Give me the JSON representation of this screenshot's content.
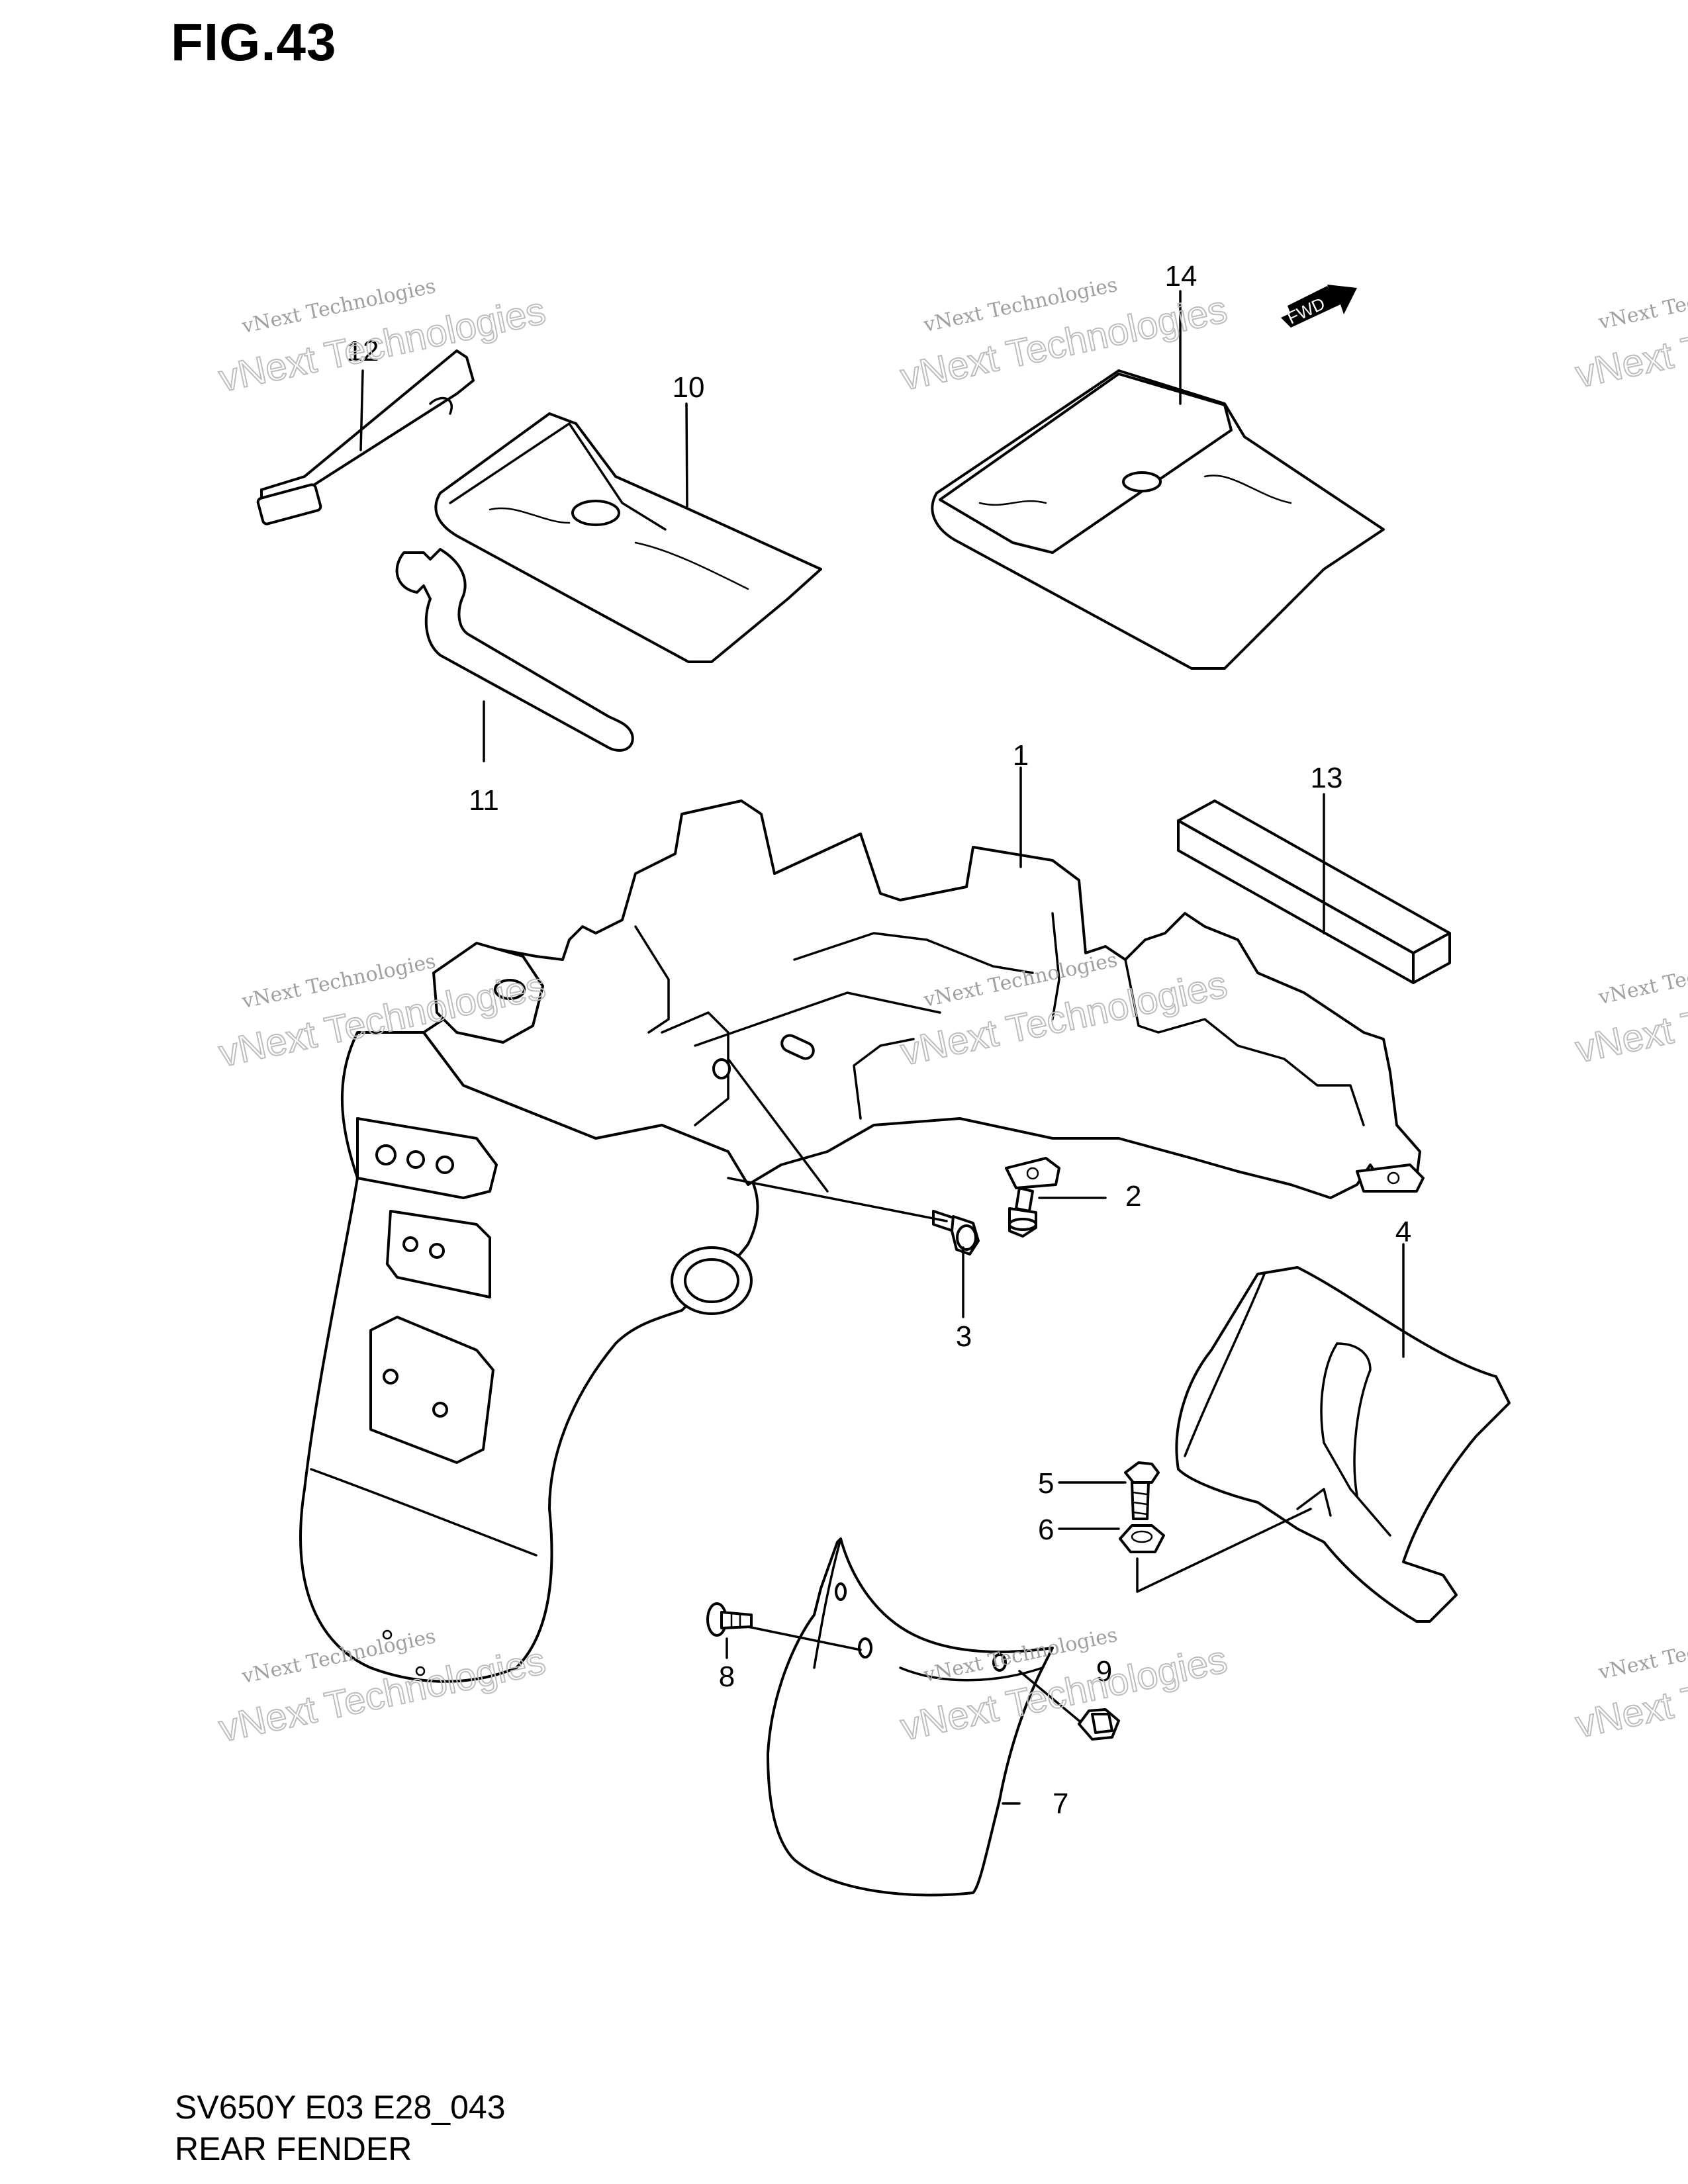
{
  "figure": {
    "title": "FIG.43",
    "model_code": "SV650Y E03 E28_043",
    "name": "REAR FENDER"
  },
  "fwd_label": "FWD",
  "watermark": {
    "line1": "vNext Technologies",
    "line2": "vNext Technologies"
  },
  "callouts": [
    "1",
    "2",
    "3",
    "4",
    "5",
    "6",
    "7",
    "8",
    "9",
    "10",
    "11",
    "12",
    "13",
    "14"
  ]
}
